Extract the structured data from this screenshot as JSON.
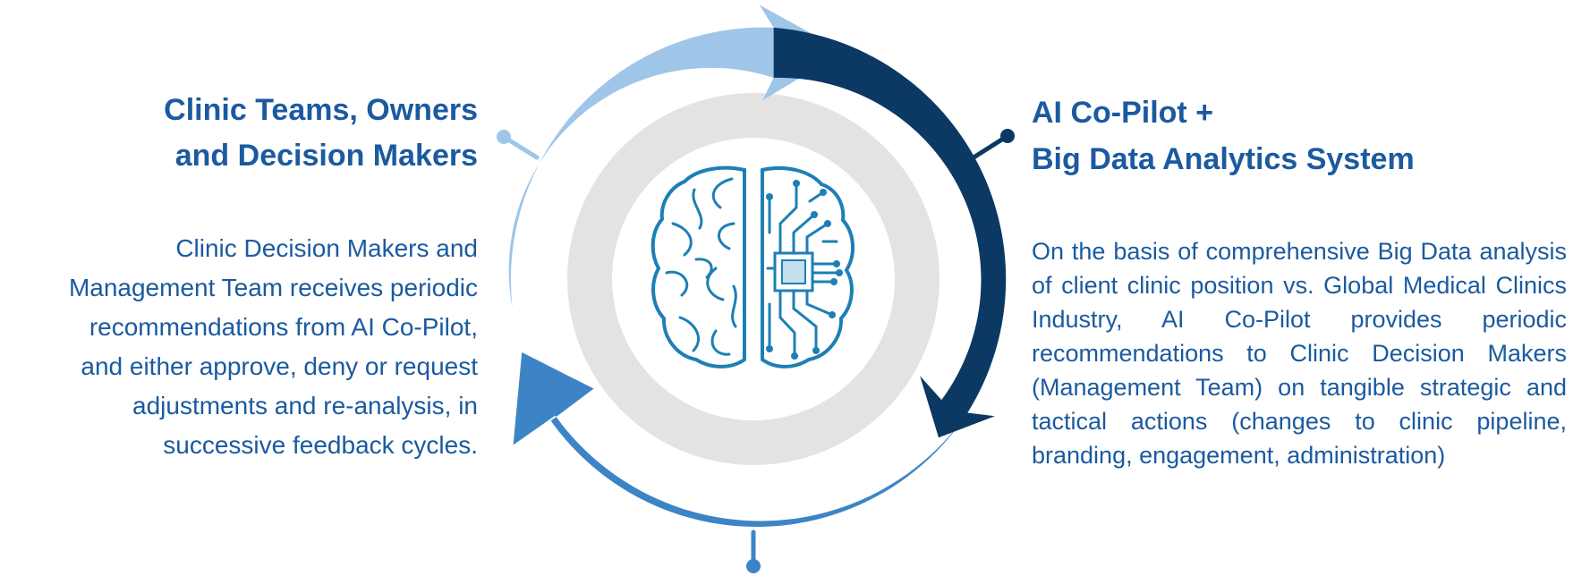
{
  "left": {
    "title_lines": [
      "Clinic Teams, Owners",
      "and Decision Makers"
    ],
    "body_lines": [
      "Clinic Decision Makers and",
      "Management Team receives periodic",
      "recommendations from AI Co-Pilot,",
      "and either approve, deny or request",
      "adjustments and re-analysis, in",
      "successive feedback cycles."
    ]
  },
  "right": {
    "title_lines": [
      "AI Co-Pilot +",
      "Big Data Analytics System"
    ],
    "body": "On the basis of comprehensive Big Data analysis of client clinic position vs. Global Medical Clinics Industry, AI Co-Pilot provides periodic recommendations to Clinic Decision Makers (Management Team) on tangible strategic and tactical actions (changes to clinic pipeline, branding, engagement, administration)"
  },
  "cycle": {
    "segments": [
      {
        "name": "clinic-teams",
        "color": "#9fc5e8"
      },
      {
        "name": "ai-co-pilot",
        "color": "#0c3864"
      },
      {
        "name": "feedback",
        "color": "#3d84c6"
      }
    ],
    "inner_ring_color": "#e3e3e3",
    "brain_color": "#1d7fb5",
    "brain_icon": "brain-circuit-icon"
  }
}
